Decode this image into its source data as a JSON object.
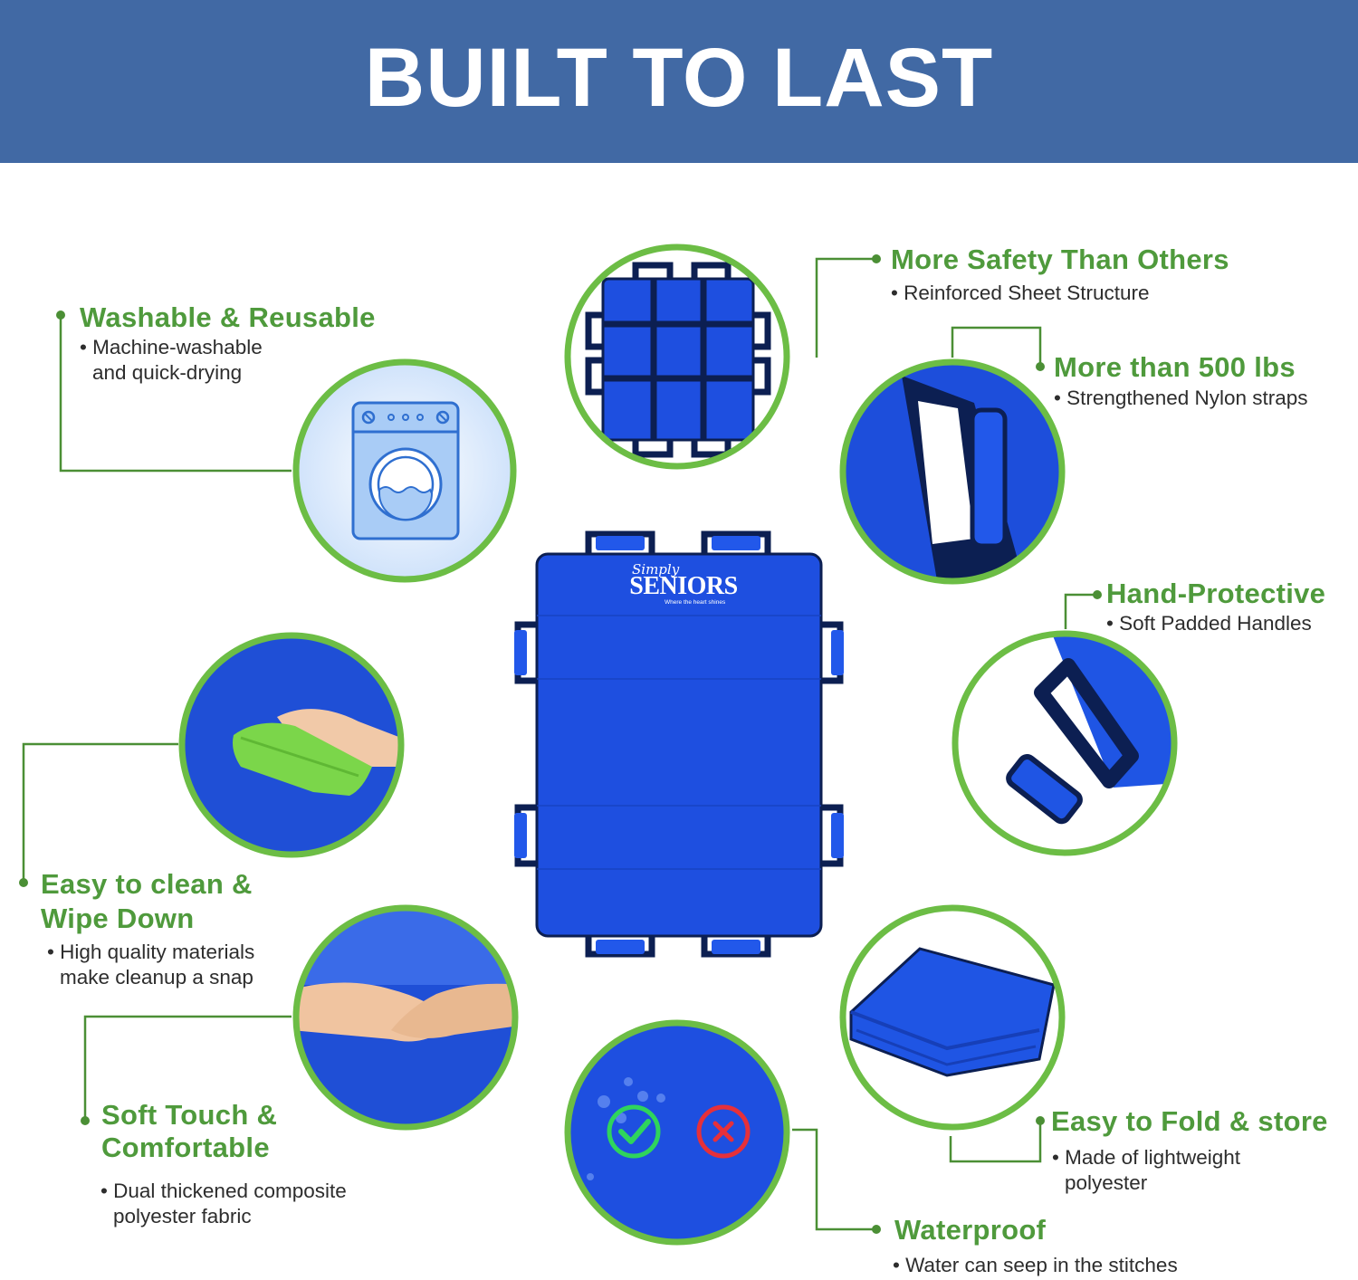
{
  "header": {
    "title": "BUILT TO LAST"
  },
  "colors": {
    "header_bg": "#4169a4",
    "title_green": "#4f9a3c",
    "line_green": "#4b8f35",
    "fabric_blue": "#1f4fd6",
    "strap_dark": "#0c1f52"
  },
  "logo": {
    "brand_script": "Simply",
    "brand": "SENIORS",
    "tagline": "Where the heart shines"
  },
  "features": {
    "washable": {
      "title": "Washable & Reusable",
      "line1": "• Machine-washable",
      "line2": "and quick-drying",
      "icon": "washing-machine-icon"
    },
    "safety": {
      "title": "More Safety Than Others",
      "line1": "• Reinforced Sheet Structure"
    },
    "capacity": {
      "title": "More than 500 lbs",
      "line1": "• Strengthened Nylon straps"
    },
    "hand": {
      "title": "Hand-Protective",
      "line1": "• Soft Padded Handles"
    },
    "clean": {
      "title_line1": "Easy to clean &",
      "title_line2": "Wipe Down",
      "line1": "• High quality materials",
      "line2": "make cleanup a snap"
    },
    "soft": {
      "title_line1": "Soft Touch &",
      "title_line2": "Comfortable",
      "line1": "• Dual thickened composite",
      "line2": "polyester fabric"
    },
    "fold": {
      "title": "Easy to Fold & store",
      "line1": "• Made of lightweight",
      "line2": "polyester"
    },
    "waterproof": {
      "title": "Waterproof",
      "line1": "• Water can seep in the stitches",
      "icons": [
        "check-icon",
        "cross-icon"
      ]
    }
  }
}
